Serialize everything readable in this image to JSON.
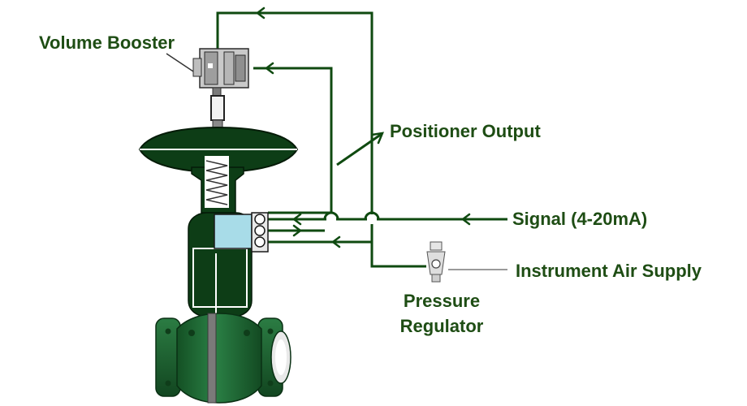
{
  "labels": {
    "volume_booster": "Volume Booster",
    "positioner_output": "Positioner Output",
    "signal": "Signal (4-20mA)",
    "instrument_air_supply": "Instrument Air Supply",
    "pressure_regulator_line1": "Pressure",
    "pressure_regulator_line2": "Regulator"
  },
  "colors": {
    "line": "#0f4a10",
    "label_text": "#1e4d14",
    "valve_body": "#1f6b35",
    "actuator": "#0d3d16",
    "positioner": "#a8dce8",
    "supply_line": "#9a9a9a"
  }
}
